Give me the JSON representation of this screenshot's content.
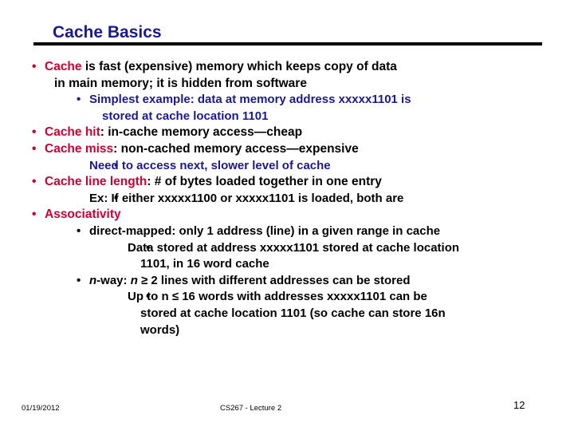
{
  "slide": {
    "title": "Cache Basics",
    "page_number": "12",
    "footer_date": "01/19/2012",
    "footer_center": "CS267 - Lecture 2"
  },
  "colors": {
    "title": "#1a1a8c",
    "accent_red": "#cc0033",
    "accent_navy": "#1a1a8c",
    "text": "#000000",
    "rule": "#000000",
    "background": "#ffffff"
  },
  "bullet_glyph": "•",
  "content": {
    "l1_cache_lead": "Cache",
    "l1_cache_rest": " is fast (expensive) memory which keeps copy of data",
    "l1_cache_cont": "in main memory; it is hidden from software",
    "l2_simplest": "Simplest example: data at memory address xxxxx1101 is",
    "l2_simplest_cont": "stored at cache location 1101",
    "l1_hit_lead": "Cache hit",
    "l1_hit_rest": ": in-cache memory access—cheap",
    "l1_miss_lead": "Cache miss",
    "l1_miss_rest": ": non-cached memory access—expensive",
    "l2_need": "Need to access next, slower level of cache",
    "l1_linelen_lead": "Cache line length",
    "l1_linelen_rest": ": # of bytes loaded together in one entry",
    "l2_ex": "Ex: If either xxxxx1100 or xxxxx1101 is loaded, both are",
    "l1_assoc": "Associativity",
    "l2_direct": "direct-mapped: only 1 address (line) in a given range in cache",
    "l3_data_stored": "Data stored at address xxxxx1101 stored at cache location",
    "l3_data_stored_cont": "1101, in 16 word cache",
    "l2_nway_n1": "n",
    "l2_nway_mid": "-way: ",
    "l2_nway_n2": "n",
    "l2_nway_rest": " ≥ 2 lines with different addresses can be stored",
    "l3_upto": "Up to n ≤ 16 words with addresses xxxxx1101 can be",
    "l3_upto_cont": "stored at cache location 1101 (so cache can store 16n",
    "l3_upto_cont2": "words)"
  }
}
